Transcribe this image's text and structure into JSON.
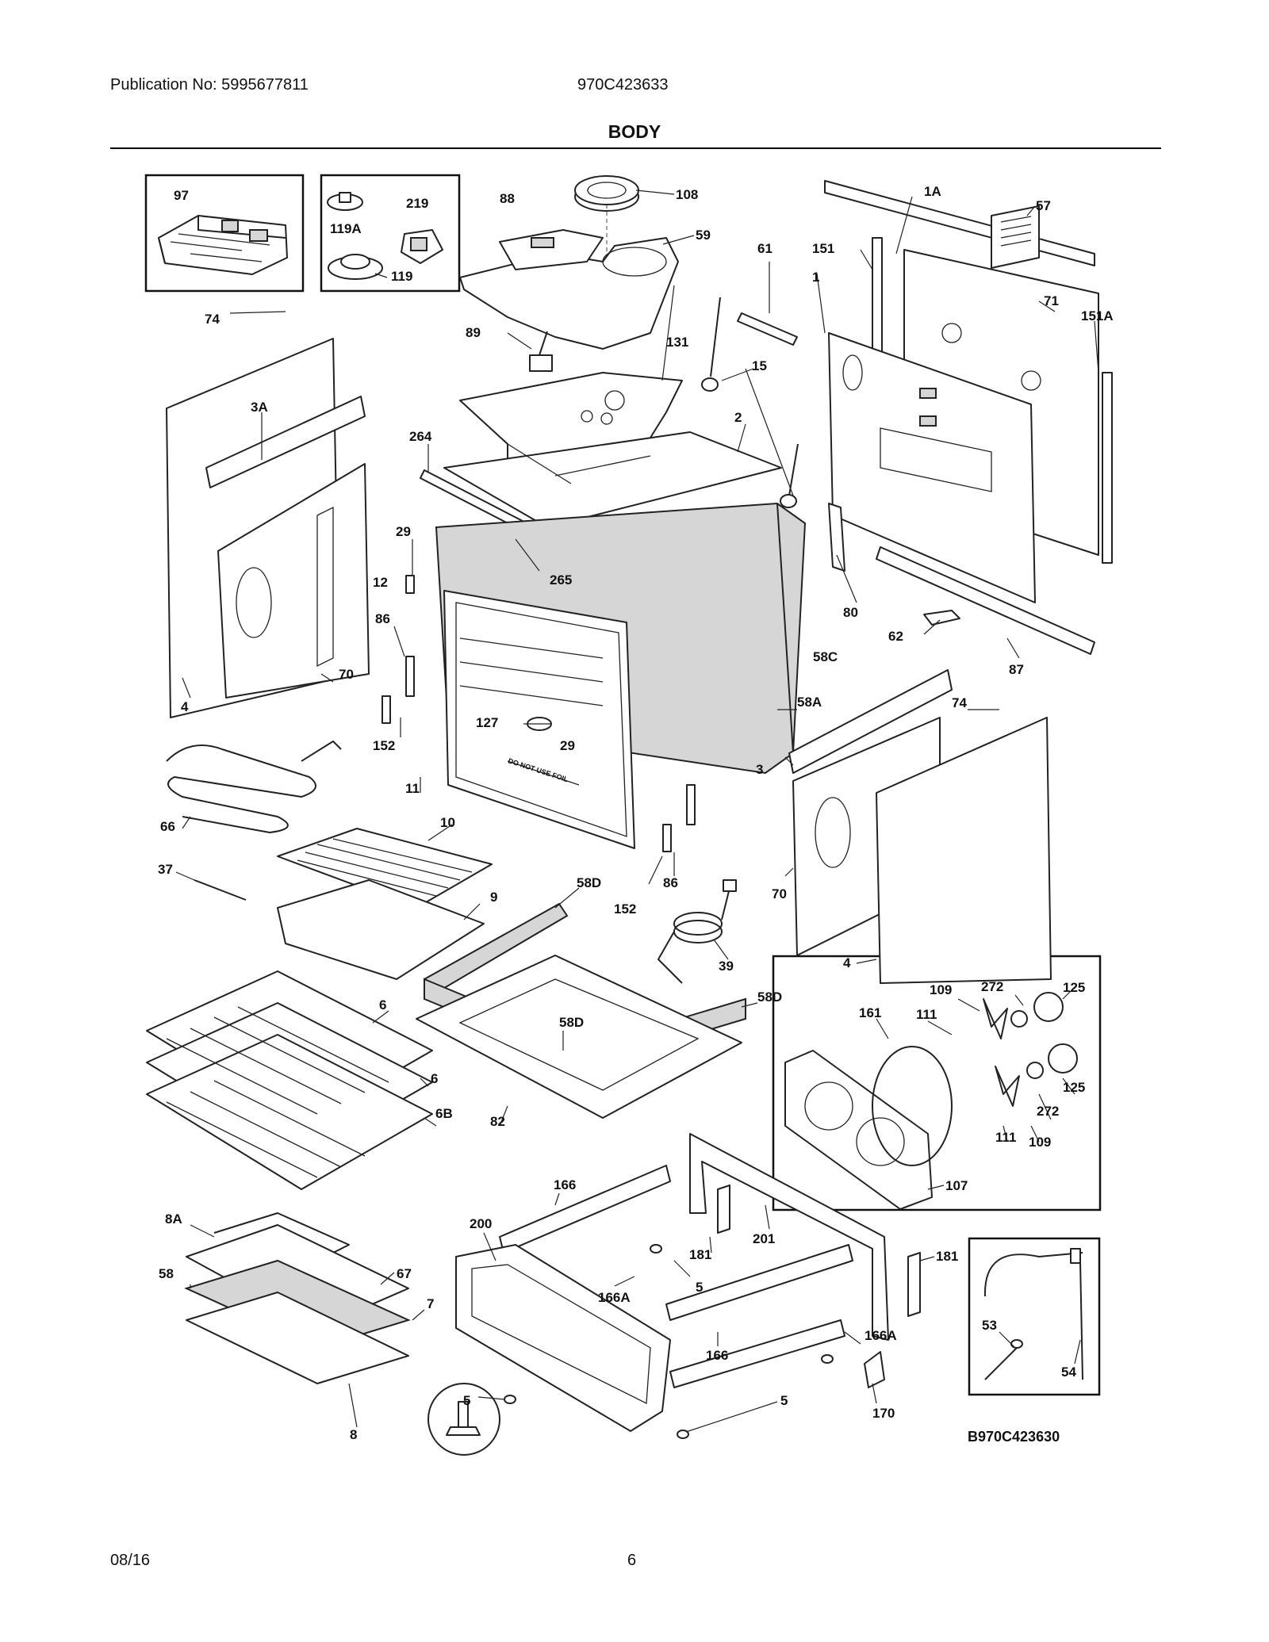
{
  "header": {
    "publication": "Publication No: 5995677811",
    "model": "970C423633",
    "section_title": "BODY"
  },
  "footer": {
    "date": "08/16",
    "page": "6"
  },
  "diagram_code": "B970C423630",
  "stamp_text": "DO NOT USE FOIL",
  "callouts": [
    {
      "id": "c-97",
      "label": "97"
    },
    {
      "id": "c-219",
      "label": "219"
    },
    {
      "id": "c-119A",
      "label": "119A"
    },
    {
      "id": "c-119",
      "label": "119"
    },
    {
      "id": "c-88",
      "label": "88"
    },
    {
      "id": "c-108",
      "label": "108"
    },
    {
      "id": "c-59",
      "label": "59"
    },
    {
      "id": "c-1A",
      "label": "1A"
    },
    {
      "id": "c-57",
      "label": "57"
    },
    {
      "id": "c-151",
      "label": "151"
    },
    {
      "id": "c-61",
      "label": "61"
    },
    {
      "id": "c-1",
      "label": "1"
    },
    {
      "id": "c-71",
      "label": "71"
    },
    {
      "id": "c-151A",
      "label": "151A"
    },
    {
      "id": "c-74a",
      "label": "74"
    },
    {
      "id": "c-89",
      "label": "89"
    },
    {
      "id": "c-131",
      "label": "131"
    },
    {
      "id": "c-15",
      "label": "15"
    },
    {
      "id": "c-3A",
      "label": "3A"
    },
    {
      "id": "c-264",
      "label": "264"
    },
    {
      "id": "c-2",
      "label": "2"
    },
    {
      "id": "c-29a",
      "label": "29"
    },
    {
      "id": "c-265",
      "label": "265"
    },
    {
      "id": "c-12",
      "label": "12"
    },
    {
      "id": "c-80",
      "label": "80"
    },
    {
      "id": "c-86a",
      "label": "86"
    },
    {
      "id": "c-62",
      "label": "62"
    },
    {
      "id": "c-58C",
      "label": "58C"
    },
    {
      "id": "c-70a",
      "label": "70"
    },
    {
      "id": "c-87",
      "label": "87"
    },
    {
      "id": "c-4a",
      "label": "4"
    },
    {
      "id": "c-58A",
      "label": "58A"
    },
    {
      "id": "c-74b",
      "label": "74"
    },
    {
      "id": "c-127",
      "label": "127"
    },
    {
      "id": "c-29b",
      "label": "29"
    },
    {
      "id": "c-152a",
      "label": "152"
    },
    {
      "id": "c-11",
      "label": "11"
    },
    {
      "id": "c-3",
      "label": "3"
    },
    {
      "id": "c-66",
      "label": "66"
    },
    {
      "id": "c-10",
      "label": "10"
    },
    {
      "id": "c-37",
      "label": "37"
    },
    {
      "id": "c-58Da",
      "label": "58D"
    },
    {
      "id": "c-86b",
      "label": "86"
    },
    {
      "id": "c-70b",
      "label": "70"
    },
    {
      "id": "c-9",
      "label": "9"
    },
    {
      "id": "c-152b",
      "label": "152"
    },
    {
      "id": "c-39",
      "label": "39"
    },
    {
      "id": "c-4b",
      "label": "4"
    },
    {
      "id": "c-109a",
      "label": "109"
    },
    {
      "id": "c-272a",
      "label": "272"
    },
    {
      "id": "c-125a",
      "label": "125"
    },
    {
      "id": "c-58Db",
      "label": "58D"
    },
    {
      "id": "c-6a",
      "label": "6"
    },
    {
      "id": "c-161",
      "label": "161"
    },
    {
      "id": "c-111a",
      "label": "111"
    },
    {
      "id": "c-58Dc",
      "label": "58D"
    },
    {
      "id": "c-6b",
      "label": "6"
    },
    {
      "id": "c-125b",
      "label": "125"
    },
    {
      "id": "c-6B",
      "label": "6B"
    },
    {
      "id": "c-272b",
      "label": "272"
    },
    {
      "id": "c-82",
      "label": "82"
    },
    {
      "id": "c-111b",
      "label": "111"
    },
    {
      "id": "c-109b",
      "label": "109"
    },
    {
      "id": "c-107",
      "label": "107"
    },
    {
      "id": "c-166a",
      "label": "166"
    },
    {
      "id": "c-200",
      "label": "200"
    },
    {
      "id": "c-201",
      "label": "201"
    },
    {
      "id": "c-8A",
      "label": "8A"
    },
    {
      "id": "c-181a",
      "label": "181"
    },
    {
      "id": "c-181b",
      "label": "181"
    },
    {
      "id": "c-58",
      "label": "58"
    },
    {
      "id": "c-67",
      "label": "67"
    },
    {
      "id": "c-5a",
      "label": "5"
    },
    {
      "id": "c-166A",
      "label": "166A"
    },
    {
      "id": "c-7",
      "label": "7"
    },
    {
      "id": "c-53",
      "label": "53"
    },
    {
      "id": "c-166b",
      "label": "166"
    },
    {
      "id": "c-166Ab",
      "label": "166A"
    },
    {
      "id": "c-54",
      "label": "54"
    },
    {
      "id": "c-5b",
      "label": "5"
    },
    {
      "id": "c-5c",
      "label": "5"
    },
    {
      "id": "c-170",
      "label": "170"
    },
    {
      "id": "c-8",
      "label": "8"
    }
  ]
}
